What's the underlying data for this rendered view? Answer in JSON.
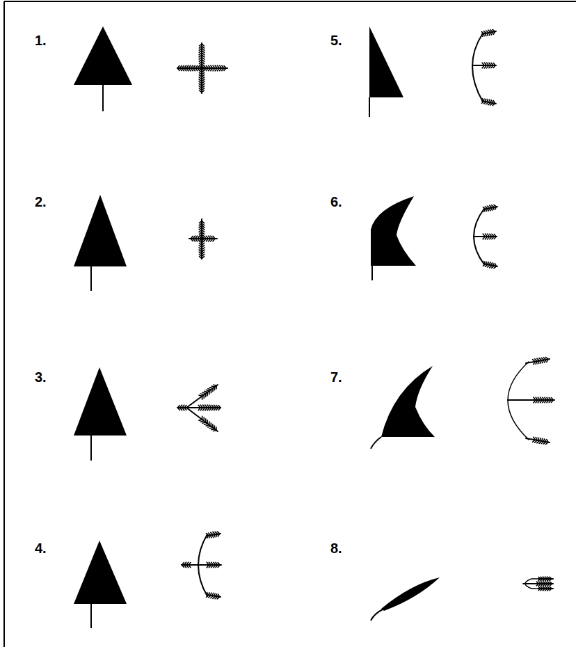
{
  "diagram": {
    "labels": [
      "1.",
      "2.",
      "3.",
      "4.",
      "5.",
      "6.",
      "7.",
      "8."
    ]
  }
}
